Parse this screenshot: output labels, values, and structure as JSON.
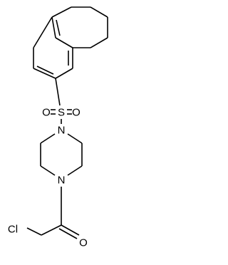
{
  "molecule": {
    "atoms": {
      "sulfur": "S",
      "oxygen_left": "O",
      "oxygen_right": "O",
      "nitrogen_top": "N",
      "nitrogen_bottom": "N",
      "chlorine": "Cl",
      "oxygen_carbonyl": "O"
    }
  },
  "colors": {
    "bond": "#000000",
    "label": "#000000",
    "background": "#ffffff"
  }
}
